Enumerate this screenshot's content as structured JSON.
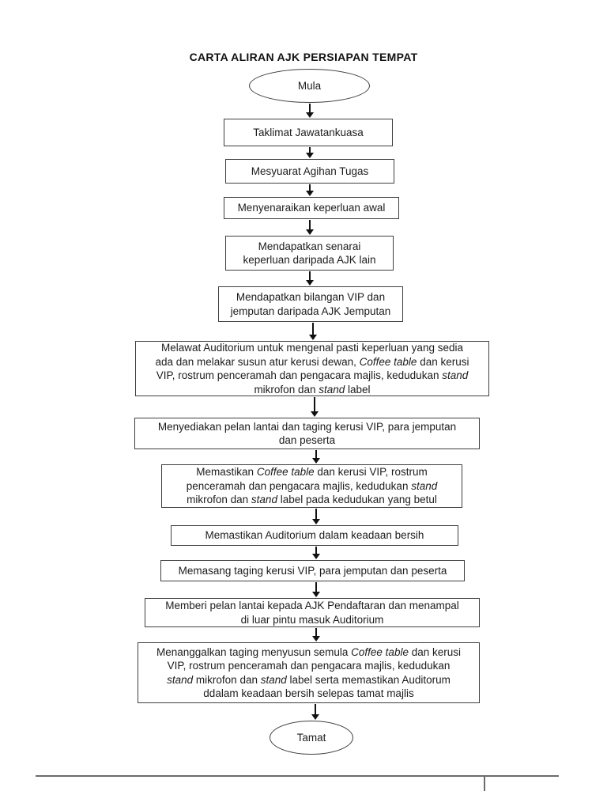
{
  "page": {
    "title": "CARTA ALIRAN AJK PERSIAPAN TEMPAT"
  },
  "flowchart": {
    "nodes": [
      {
        "id": "mula",
        "type": "terminator",
        "label": "Mula"
      },
      {
        "id": "taklimat-jawatankuasa",
        "type": "process",
        "label": "Taklimat Jawatankuasa"
      },
      {
        "id": "mesyuarat-agihan-tugas",
        "type": "process",
        "label": "Mesyuarat Agihan Tugas"
      },
      {
        "id": "menyenaraikan-keperluan-awal",
        "type": "process",
        "label": "Menyenaraikan keperluan awal"
      },
      {
        "id": "mendapatkan-senarai-keperluan",
        "type": "process",
        "lines": [
          [
            {
              "t": "Mendapatkan senarai"
            }
          ],
          [
            {
              "t": "keperluan daripada AJK lain"
            }
          ]
        ]
      },
      {
        "id": "mendapatkan-bilangan-vip",
        "type": "process",
        "lines": [
          [
            {
              "t": "Mendapatkan bilangan VIP dan"
            }
          ],
          [
            {
              "t": "jemputan daripada AJK Jemputan"
            }
          ]
        ]
      },
      {
        "id": "melawat-auditorium",
        "type": "process",
        "lines": [
          [
            {
              "t": "Melawat Auditorium untuk mengenal pasti keperluan yang sedia"
            }
          ],
          [
            {
              "t": "ada dan melakar susun atur kerusi dewan, "
            },
            {
              "t": "Coffee table",
              "italic": true
            },
            {
              "t": "  dan kerusi"
            }
          ],
          [
            {
              "t": "VIP, rostrum penceramah dan pengacara majlis, kedudukan "
            },
            {
              "t": "stand",
              "italic": true
            }
          ],
          [
            {
              "t": "mikrofon dan "
            },
            {
              "t": "stand",
              "italic": true
            },
            {
              "t": " label"
            }
          ]
        ]
      },
      {
        "id": "menyediakan-pelan-lantai",
        "type": "process",
        "lines": [
          [
            {
              "t": "Menyediakan pelan lantai dan taging kerusi VIP, para jemputan"
            }
          ],
          [
            {
              "t": "dan peserta"
            }
          ]
        ]
      },
      {
        "id": "memastikan-coffee-table",
        "type": "process",
        "lines": [
          [
            {
              "t": "Memastikan "
            },
            {
              "t": "Coffee table",
              "italic": true
            },
            {
              "t": "  dan kerusi VIP, rostrum"
            }
          ],
          [
            {
              "t": "penceramah dan pengacara majlis, kedudukan "
            },
            {
              "t": "stand",
              "italic": true
            }
          ],
          [
            {
              "t": "mikrofon dan "
            },
            {
              "t": "stand",
              "italic": true
            },
            {
              "t": " label pada kedudukan yang betul"
            }
          ]
        ]
      },
      {
        "id": "memastikan-auditorium-bersih",
        "type": "process",
        "label": "Memastikan Auditorium dalam keadaan bersih"
      },
      {
        "id": "memasang-taging",
        "type": "process",
        "label": "Memasang taging kerusi VIP, para jemputan dan peserta"
      },
      {
        "id": "memberi-pelan-lantai",
        "type": "process",
        "lines": [
          [
            {
              "t": "Memberi pelan lantai kepada AJK Pendaftaran dan menampal"
            }
          ],
          [
            {
              "t": "di luar pintu masuk Auditorium"
            }
          ]
        ]
      },
      {
        "id": "menanggalkan-taging",
        "type": "process",
        "lines": [
          [
            {
              "t": "Menanggalkan taging menyusun semula "
            },
            {
              "t": "Coffee table",
              "italic": true
            },
            {
              "t": "  dan kerusi"
            }
          ],
          [
            {
              "t": "VIP, rostrum penceramah dan pengacara majlis, kedudukan"
            }
          ],
          [
            {
              "t": "stand",
              "italic": true
            },
            {
              "t": " mikrofon dan "
            },
            {
              "t": "stand",
              "italic": true
            },
            {
              "t": " label serta memastikan Auditorum"
            }
          ],
          [
            {
              "t": "ddalam keadaan bersih selepas tamat majlis"
            }
          ]
        ]
      },
      {
        "id": "tamat",
        "type": "terminator",
        "label": "Tamat"
      }
    ]
  }
}
